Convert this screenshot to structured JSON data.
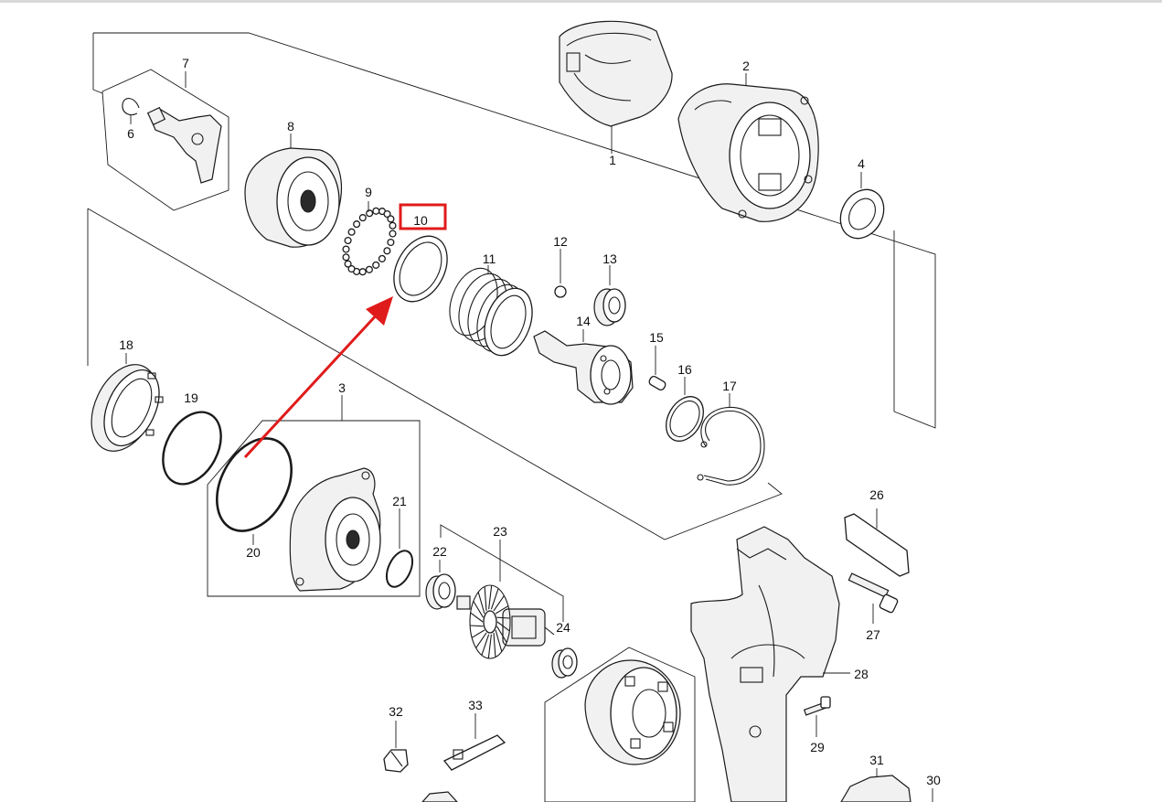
{
  "diagram": {
    "part_labels": {
      "p1": "1",
      "p2": "2",
      "p3": "3",
      "p4": "4",
      "p6": "6",
      "p7": "7",
      "p8": "8",
      "p9": "9",
      "p10": "10",
      "p11": "11",
      "p12": "12",
      "p13": "13",
      "p14": "14",
      "p15": "15",
      "p16": "16",
      "p17": "17",
      "p18": "18",
      "p19": "19",
      "p20": "20",
      "p21": "21",
      "p22": "22",
      "p23": "23",
      "p24": "24",
      "p26": "26",
      "p27": "27",
      "p28": "28",
      "p29": "29",
      "p30": "30",
      "p31": "31",
      "p32": "32",
      "p33": "33"
    },
    "highlight": {
      "target_label": "10",
      "box_color": "#e01b1b",
      "arrow_color": "#e01b1b"
    }
  }
}
